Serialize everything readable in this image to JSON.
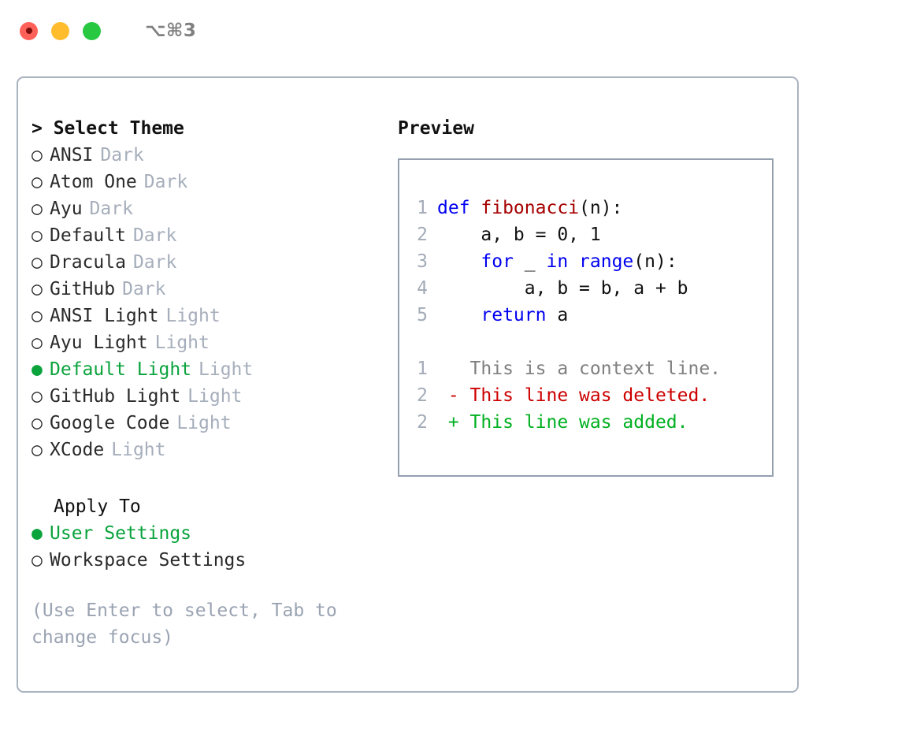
{
  "titlebar": {
    "shortcut": "⌥⌘3",
    "lights": [
      "close-red",
      "minimize-yellow",
      "maximize-green"
    ]
  },
  "theme_list": {
    "heading": "> Select Theme",
    "items": [
      {
        "marker": "○",
        "name": "ANSI",
        "tag": "Dark",
        "selected": false
      },
      {
        "marker": "○",
        "name": "Atom One",
        "tag": "Dark",
        "selected": false
      },
      {
        "marker": "○",
        "name": "Ayu",
        "tag": "Dark",
        "selected": false
      },
      {
        "marker": "○",
        "name": "Default",
        "tag": "Dark",
        "selected": false
      },
      {
        "marker": "○",
        "name": "Dracula",
        "tag": "Dark",
        "selected": false
      },
      {
        "marker": "○",
        "name": "GitHub",
        "tag": "Dark",
        "selected": false
      },
      {
        "marker": "○",
        "name": "ANSI Light",
        "tag": "Light",
        "selected": false
      },
      {
        "marker": "○",
        "name": "Ayu Light",
        "tag": "Light",
        "selected": false
      },
      {
        "marker": "●",
        "name": "Default Light",
        "tag": "Light",
        "selected": true
      },
      {
        "marker": "○",
        "name": "GitHub Light",
        "tag": "Light",
        "selected": false
      },
      {
        "marker": "○",
        "name": "Google Code",
        "tag": "Light",
        "selected": false
      },
      {
        "marker": "○",
        "name": "XCode",
        "tag": "Light",
        "selected": false
      }
    ]
  },
  "apply_to": {
    "heading": "Apply To",
    "items": [
      {
        "marker": "●",
        "name": "User Settings",
        "selected": true
      },
      {
        "marker": "○",
        "name": "Workspace Settings",
        "selected": false
      }
    ]
  },
  "hint": "(Use Enter to select, Tab to change focus)",
  "preview": {
    "title": "Preview",
    "code_lines": [
      {
        "no": "1",
        "segments": [
          {
            "t": "def ",
            "c": "kw"
          },
          {
            "t": "fibonacci",
            "c": "fn"
          },
          {
            "t": "(n):",
            "c": "code"
          }
        ]
      },
      {
        "no": "2",
        "segments": [
          {
            "t": "    a, b = 0, 1",
            "c": "code"
          }
        ]
      },
      {
        "no": "3",
        "segments": [
          {
            "t": "    ",
            "c": "code"
          },
          {
            "t": "for",
            "c": "kw"
          },
          {
            "t": " _ ",
            "c": "code"
          },
          {
            "t": "in",
            "c": "kw"
          },
          {
            "t": " ",
            "c": "code"
          },
          {
            "t": "range",
            "c": "kw"
          },
          {
            "t": "(n):",
            "c": "code"
          }
        ]
      },
      {
        "no": "4",
        "segments": [
          {
            "t": "        a, b = b, a + b",
            "c": "code"
          }
        ]
      },
      {
        "no": "5",
        "segments": [
          {
            "t": "    ",
            "c": "code"
          },
          {
            "t": "return",
            "c": "kw"
          },
          {
            "t": " a",
            "c": "code"
          }
        ]
      }
    ],
    "diff_lines": [
      {
        "no": "1",
        "segments": [
          {
            "t": "   This is a context line.",
            "c": "ctx"
          }
        ]
      },
      {
        "no": "2",
        "segments": [
          {
            "t": " - This line was deleted.",
            "c": "del"
          }
        ]
      },
      {
        "no": "2",
        "segments": [
          {
            "t": " + This line was added.",
            "c": "add"
          }
        ]
      }
    ]
  },
  "colors": {
    "accent_green": "#0aa33c",
    "keyword_blue": "#0000f0",
    "function_red": "#a50000",
    "diff_add": "#00b020",
    "diff_del": "#cc0000",
    "muted": "#a6aebb",
    "border": "#aab3c0"
  }
}
